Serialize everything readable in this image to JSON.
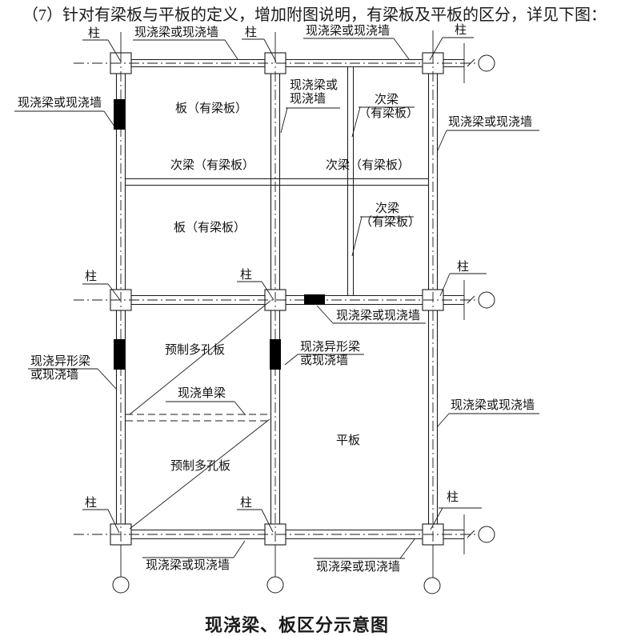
{
  "page": {
    "title": "（7）针对有梁板与平板的定义，增加附图说明，有梁板及平板的区分，详见下图：",
    "caption": "现浇梁、板区分示意图"
  },
  "labels": {
    "column": "柱",
    "beam_or_wall": "现浇梁或现浇墙",
    "beam_or_wall_2l": "现浇梁或\n现浇墙",
    "sub_beam_2l": "次梁\n（有梁板）",
    "sub_beam": "次梁（有梁板）",
    "slab_with_beam": "板（有梁板）",
    "irregular_beam_or_wall_2l": "现浇异形梁\n或现浇墙",
    "precast_hollow_slab": "预制多孔板",
    "cast_single_beam": "现浇单梁",
    "flat_slab": "平板"
  }
}
